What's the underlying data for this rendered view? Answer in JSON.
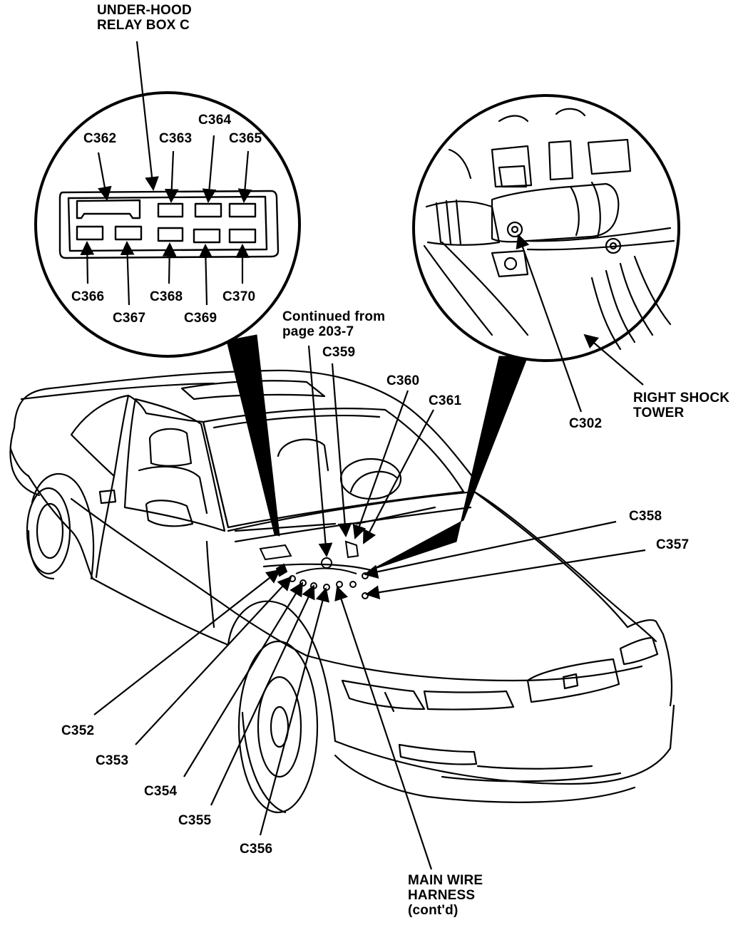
{
  "colors": {
    "ink": "#000000",
    "paper": "#ffffff"
  },
  "labels": {
    "relay_box_title_1": "UNDER-HOOD",
    "relay_box_title_2": "RELAY BOX C",
    "c362": "C362",
    "c363": "C363",
    "c364": "C364",
    "c365": "C365",
    "c366": "C366",
    "c367": "C367",
    "c368": "C368",
    "c369": "C369",
    "c370": "C370",
    "continued_1": "Continued from",
    "continued_2": "page 203-7",
    "c359": "C359",
    "c360": "C360",
    "c361": "C361",
    "c302": "C302",
    "shock_tower_1": "RIGHT SHOCK",
    "shock_tower_2": "TOWER",
    "c358": "C358",
    "c357": "C357",
    "c352": "C352",
    "c353": "C353",
    "c354": "C354",
    "c355": "C355",
    "c356": "C356",
    "harness_1": "MAIN WIRE",
    "harness_2": "HARNESS",
    "harness_3": "(cont'd)"
  }
}
